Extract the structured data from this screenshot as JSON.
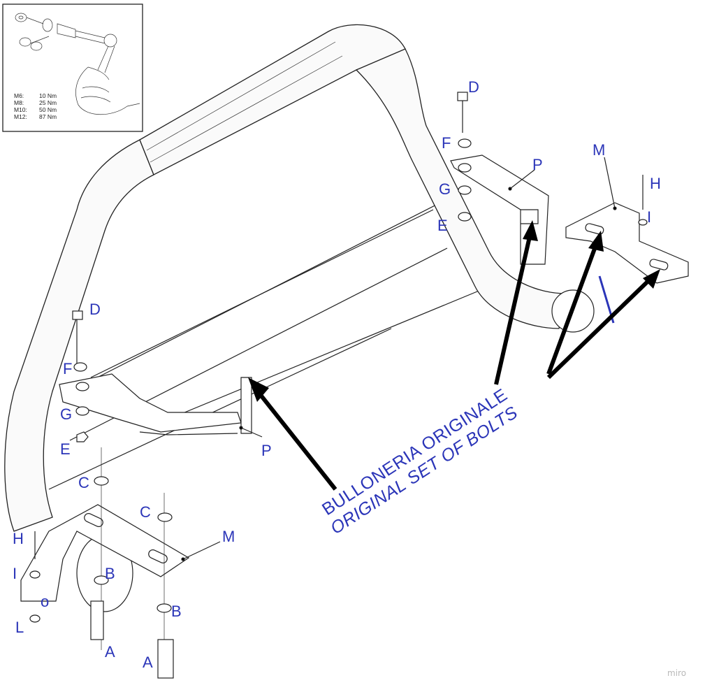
{
  "inset": {
    "torque_table": [
      {
        "size": "M6:",
        "value": "10 Nm"
      },
      {
        "size": "M8:",
        "value": "25 Nm"
      },
      {
        "size": "M10:",
        "value": "50 Nm"
      },
      {
        "size": "M12:",
        "value": "87 Nm"
      }
    ]
  },
  "callouts": {
    "bolts_it": "BULLONERIA ORIGINALE",
    "bolts_en": "ORIGINAL SET OF BOLTS"
  },
  "labels": {
    "D_left": "D",
    "F_left": "F",
    "G_left": "G",
    "E_left": "E",
    "C_left": "C",
    "C_mid": "C",
    "H_left": "H",
    "I_left": "I",
    "L_left": "L",
    "O_left": "o",
    "B_left": "B",
    "B_mid": "B",
    "A_left": "A",
    "A_mid": "A",
    "M_left": "M",
    "P_left": "P",
    "D_right": "D",
    "F_right": "F",
    "G_right": "G",
    "E_right": "E",
    "P_right": "P",
    "M_right": "M",
    "H_right": "H",
    "I_right": "I"
  },
  "watermark": "miro",
  "colors": {
    "label": "#2b35b8",
    "line": "#222222",
    "arrow": "#000000"
  }
}
